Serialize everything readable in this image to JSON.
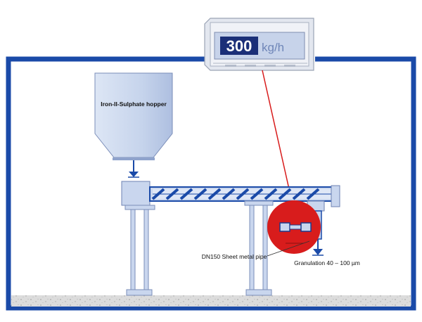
{
  "display": {
    "value": "300",
    "unit": "kg/h"
  },
  "labels": {
    "hopper": "Iron-II-Sulphate hopper",
    "pipe": "DN150 Sheet metal pipe",
    "granulation": "Granulation 40 – 100 µm"
  },
  "colors": {
    "frame": "#1a4aa8",
    "light_blue": "#c3d2ec",
    "mid_blue": "#2c5ab8",
    "red": "#d81c1c",
    "floor": "#d9d9d9"
  }
}
